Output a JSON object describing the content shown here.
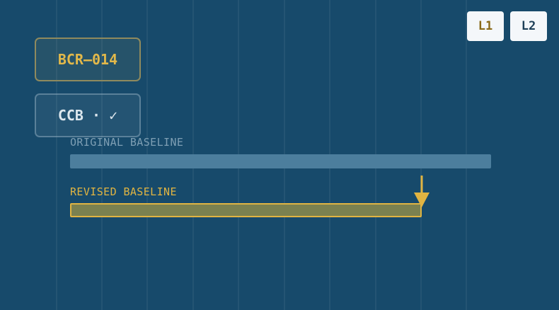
{
  "level_buttons": [
    {
      "label": "L1"
    },
    {
      "label": "L2"
    }
  ],
  "chips": {
    "change_request": "BCR–014",
    "board_approval": "CCB · ✓"
  },
  "baselines": {
    "original": {
      "label": "ORIGINAL BASELINE",
      "length_fraction": 1.0
    },
    "revised": {
      "label": "REVISED BASELINE",
      "length_fraction": 0.835
    }
  },
  "colors": {
    "background": "#174a6b",
    "accent": "#e0b442",
    "original_bar": "#4c7e9d",
    "revised_fill": "#7b8150"
  },
  "icons": {
    "marker": "arrow-down-icon"
  }
}
